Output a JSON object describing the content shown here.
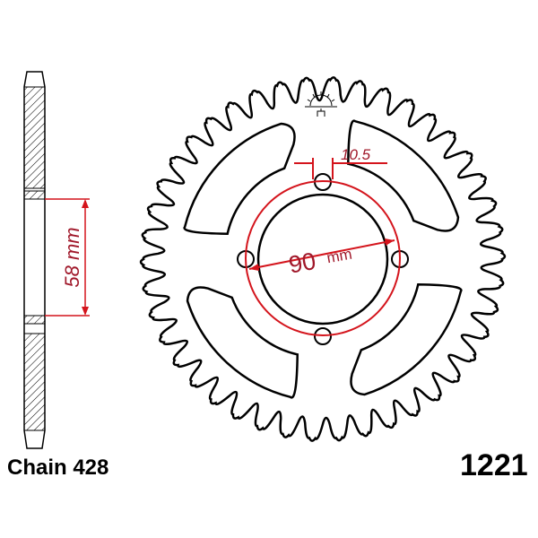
{
  "labels": {
    "chain": "Chain 428",
    "part_number": "1221",
    "thickness_dim": "10.5",
    "bolt_circle_value": "90",
    "bolt_circle_unit": "mm",
    "side_dim": "58 mm"
  },
  "colors": {
    "outline": "#000000",
    "dimension": "#d4141c",
    "dim_text": "#a0182a"
  },
  "sprocket": {
    "teeth": 42,
    "bolt_holes": 4,
    "windows": 4
  }
}
